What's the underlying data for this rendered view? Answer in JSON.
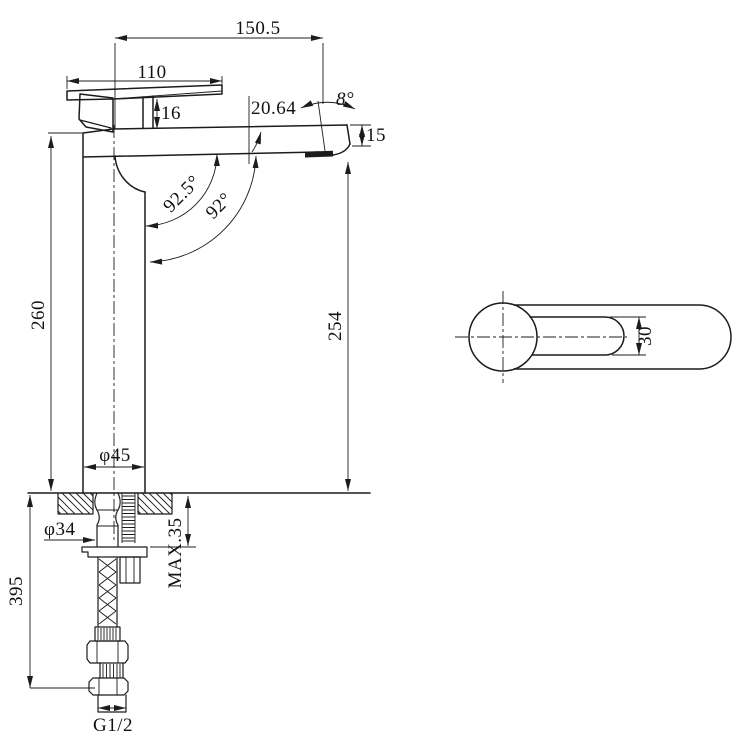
{
  "drawing": {
    "colors": {
      "background": "#ffffff",
      "line": "#1c1c1c"
    },
    "front_view": {
      "dims": {
        "top_span": "150.5",
        "handle_width": "110",
        "stem_height": "16",
        "spout_thickness": "20.64",
        "tilt_angle": "8°",
        "spout_end_height": "15",
        "inner_angle": "92.5°",
        "outer_angle": "92°",
        "body_height": "260",
        "spout_height": "254",
        "body_diameter": "φ45",
        "shank_diameter": "φ34",
        "max_deck_thickness": "MAX.35",
        "below_counter_length": "395",
        "thread_size": "G1/2"
      }
    },
    "top_view": {
      "dims": {
        "slot_width": "30"
      }
    }
  }
}
